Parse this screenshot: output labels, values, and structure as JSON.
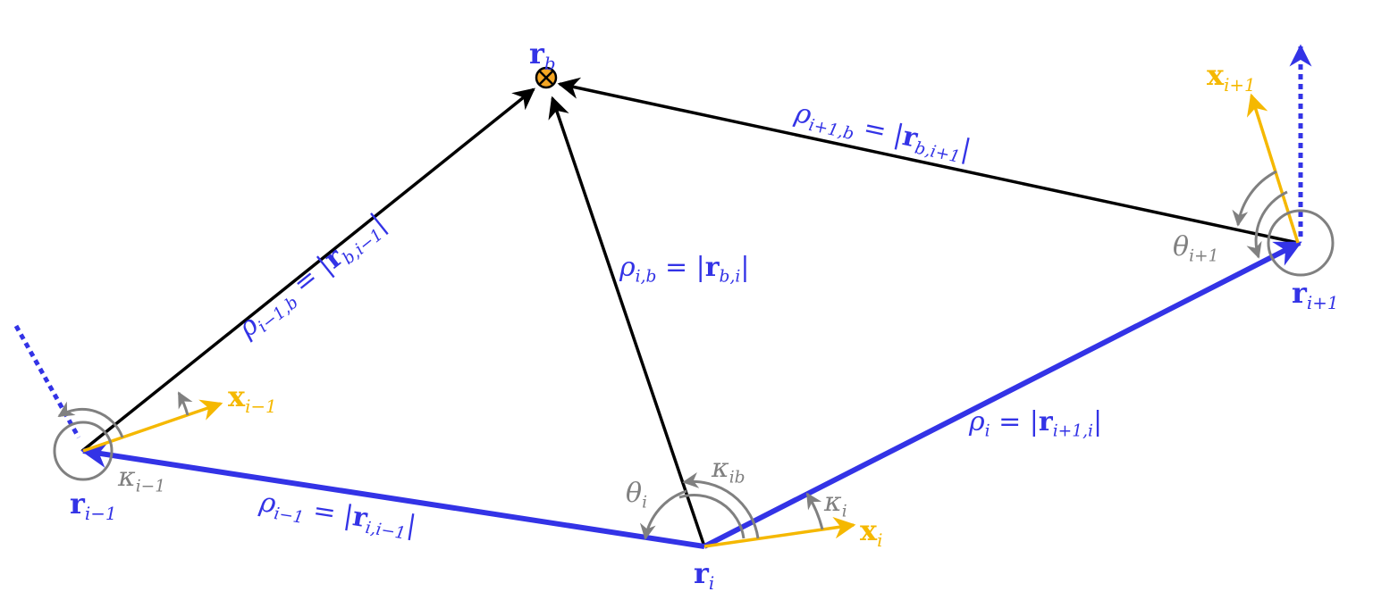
{
  "colors": {
    "blue": "#3333e6",
    "black": "#000000",
    "gray": "#808080",
    "gold": "#f5b800",
    "orange": "#f5a623"
  },
  "points": {
    "r_b": "r",
    "r_b_sub": "b",
    "r_im1": "r",
    "r_im1_sub": "i−1",
    "r_i": "r",
    "r_i_sub": "i",
    "r_ip1": "r",
    "r_ip1_sub": "i+1"
  },
  "headings": {
    "x_im1": "x",
    "x_im1_sub": "i−1",
    "x_i": "x",
    "x_i_sub": "i",
    "x_ip1": "x",
    "x_ip1_sub": "i+1"
  },
  "angles": {
    "kappa_im1": "κ",
    "kappa_im1_sub": "i−1",
    "kappa_ib": "κ",
    "kappa_ib_sub": "ib",
    "kappa_i": "κ",
    "kappa_i_sub": "i",
    "theta_i": "θ",
    "theta_i_sub": "i",
    "theta_ip1": "θ",
    "theta_ip1_sub": "i+1"
  },
  "edges": {
    "rho_im1b": "ρ",
    "rho_im1b_sub": "i−1,b",
    "rho_im1b_eq": " = |",
    "rho_im1b_r": "r",
    "rho_im1b_rsub": "b,i−1",
    "rho_im1b_end": "|",
    "rho_ib": "ρ",
    "rho_ib_sub": "i,b",
    "rho_ib_eq": " = |",
    "rho_ib_r": "r",
    "rho_ib_rsub": "b,i",
    "rho_ib_end": "|",
    "rho_ip1b": "ρ",
    "rho_ip1b_sub": "i+1,b",
    "rho_ip1b_eq": " = |",
    "rho_ip1b_r": "r",
    "rho_ip1b_rsub": "b,i+1",
    "rho_ip1b_end": "|",
    "rho_im1": "ρ",
    "rho_im1_sub": "i−1",
    "rho_im1_eq": " = |",
    "rho_im1_r": "r",
    "rho_im1_rsub": "i,i−1",
    "rho_im1_end": "|",
    "rho_i": "ρ",
    "rho_i_sub": "i",
    "rho_i_eq": " = |",
    "rho_i_r": "r",
    "rho_i_rsub": "i+1,i",
    "rho_i_end": "|"
  }
}
